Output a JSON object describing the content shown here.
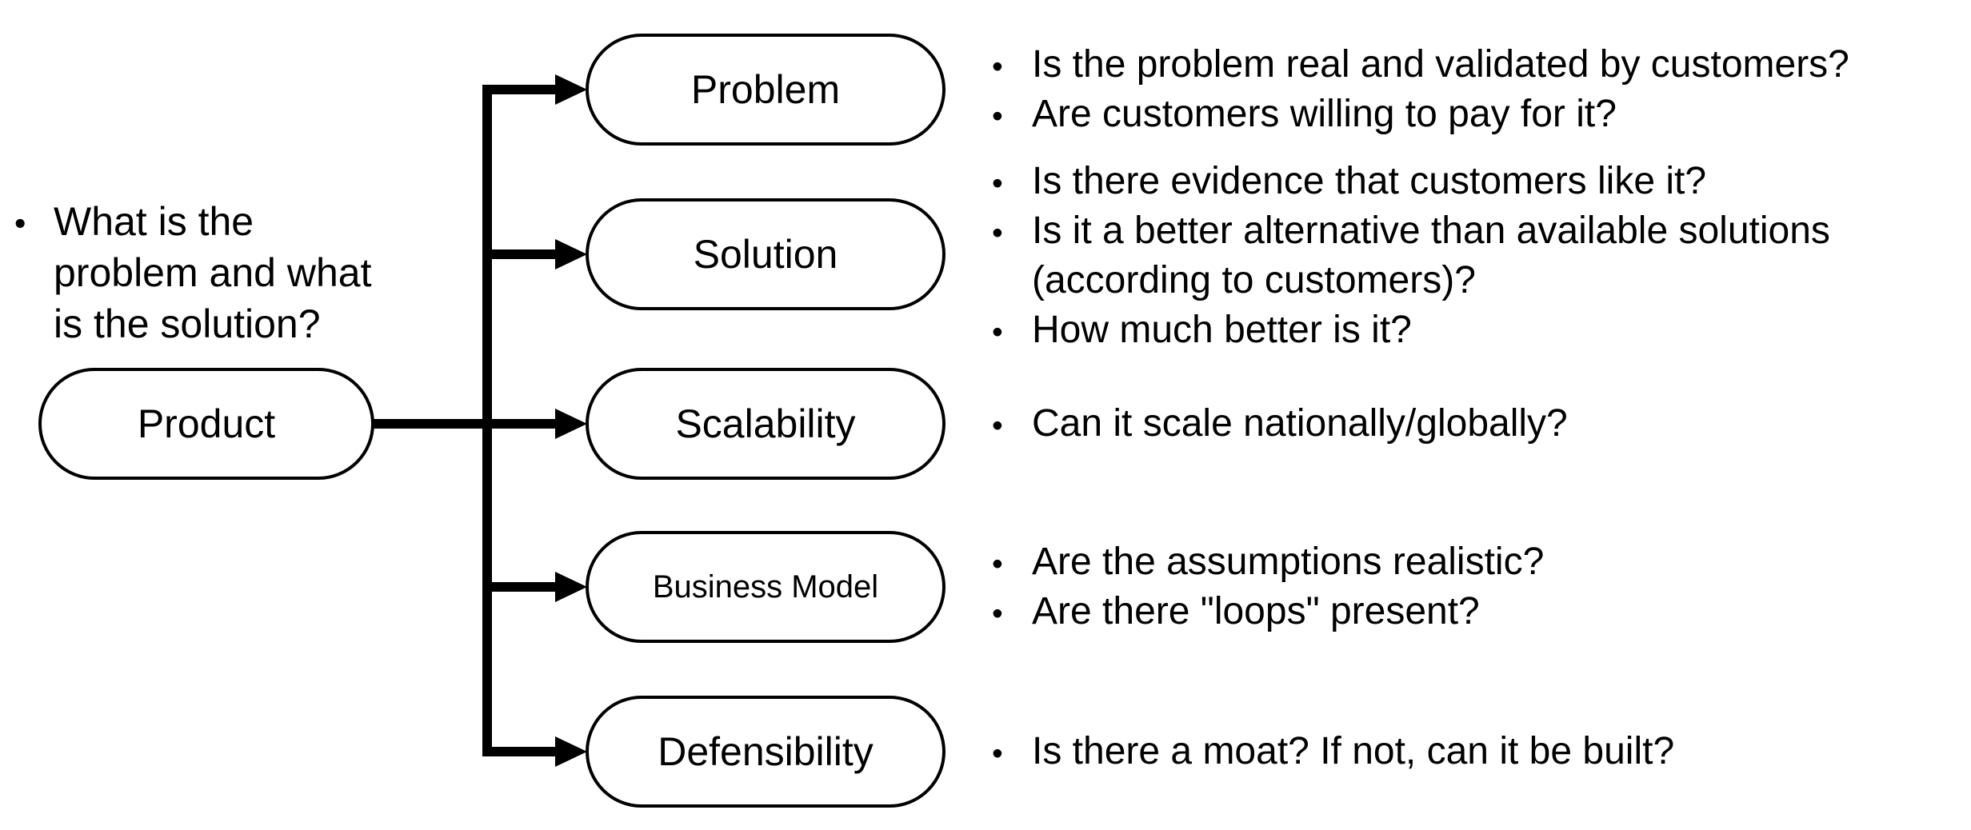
{
  "diagram": {
    "title_hint": "Product evaluation mind map",
    "ink_color": "#000000",
    "background_color": "#ffffff"
  },
  "root": {
    "note": "What is the\nproblem and what\nis the solution?",
    "label": "Product"
  },
  "branches": [
    {
      "label": "Problem",
      "bullets": [
        "Is the problem real and validated by customers?",
        "Are customers willing to pay for it?"
      ]
    },
    {
      "label": "Solution",
      "bullets": [
        "Is there evidence that customers like it?",
        "Is it a better alternative than available solutions\n(according to customers)?",
        "How much better is it?"
      ]
    },
    {
      "label": "Scalability",
      "bullets": [
        "Can it scale nationally/globally?"
      ]
    },
    {
      "label": "Business Model",
      "bullets": [
        "Are the assumptions realistic?",
        "Are there \"loops\" present?"
      ]
    },
    {
      "label": "Defensibility",
      "bullets": [
        "Is there a moat? If not, can it be built?"
      ]
    }
  ]
}
